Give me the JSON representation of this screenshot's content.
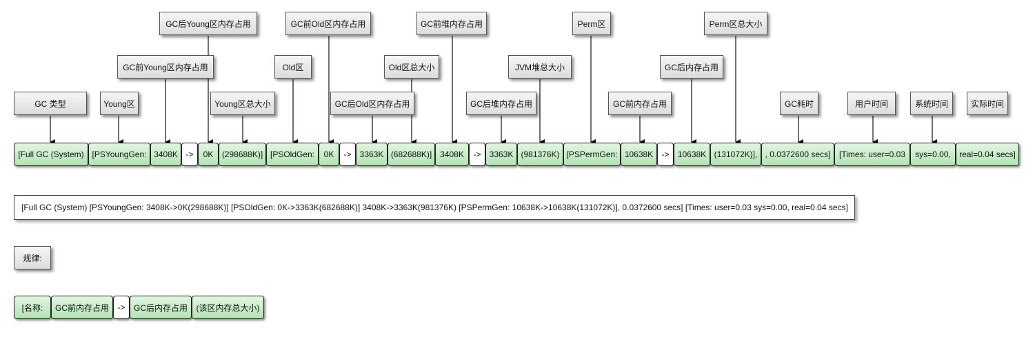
{
  "labels": {
    "gc_type": "GC 类型",
    "young_area": "Young区",
    "gc_before_young": "GC前Young区内存占用",
    "gc_after_young": "GC后Young区内存占用",
    "young_total": "Young区总大小",
    "old_area": "Old区",
    "gc_before_old": "GC前Old区内存占用",
    "gc_after_old": "GC后Old区内存占用",
    "old_total": "Old区总大小",
    "gc_before_heap": "GC前堆内存占用",
    "gc_after_heap": "GC后堆内存占用",
    "jvm_heap_total": "JVM堆总大小",
    "perm_area": "Perm区",
    "gc_before_mem": "GC前内存占用",
    "gc_after_mem": "GC后内存占用",
    "perm_total": "Perm区总大小",
    "gc_time": "GC耗时",
    "user_time": "用户时间",
    "sys_time": "系统时间",
    "real_time": "实际时间"
  },
  "segments": [
    "[Full GC (System)",
    "[PSYoungGen:",
    "3408K",
    "->",
    "0K",
    "(298688K)]",
    "[PSOldGen:",
    "0K",
    "->",
    "3363K",
    "(682688K)]",
    "3408K",
    "->",
    "3363K",
    "(981376K)",
    "[PSPermGen:",
    "10638K",
    "->",
    "10638K",
    "(131072K)],",
    ", 0.0372600 secs]",
    "[Times: user=0.03",
    "sys=0.00,",
    "real=0.04 secs]"
  ],
  "sample_line": "[Full GC (System) [PSYoungGen: 3408K->0K(298688K)] [PSOldGen: 0K->3363K(682688K)] 3408K->3363K(981376K) [PSPermGen: 10638K->10638K(131072K)], 0.0372600 secs] [Times: user=0.03 sys=0.00, real=0.04 secs]",
  "rule_label": "规律:",
  "rule_segments": [
    "[名称:",
    "GC前内存占用",
    "->",
    "GC后内存占用",
    "(该区内存总大小)"
  ]
}
